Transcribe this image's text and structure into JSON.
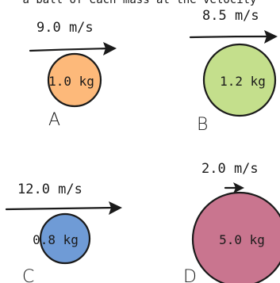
{
  "header": {
    "partial_caption": "a ball of each mass at the velocity"
  },
  "objects": [
    {
      "id": "A",
      "label": "A",
      "mass": "1.0 kg",
      "speed": "9.0 m/s",
      "color": "#fdb97a"
    },
    {
      "id": "B",
      "label": "B",
      "mass": "1.2 kg",
      "speed": "8.5 m/s",
      "color": "#c4df8c"
    },
    {
      "id": "C",
      "label": "C",
      "mass": "0.8 kg",
      "speed": "12.0 m/s",
      "color": "#6f9bd6"
    },
    {
      "id": "D",
      "label": "D",
      "mass": "5.0 kg",
      "speed": "2.0 m/s",
      "color": "#c9758f"
    }
  ],
  "colors": {
    "ink": "#1a1a1a",
    "background": "#ffffff"
  }
}
